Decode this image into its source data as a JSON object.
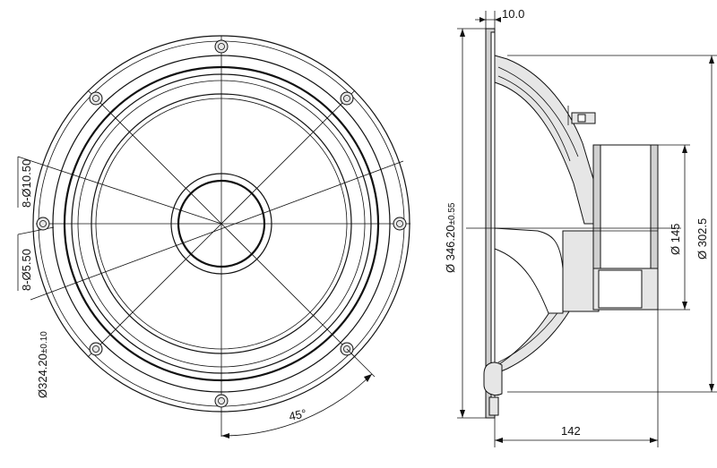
{
  "dimensions": {
    "mount_hole_count_dia": "8-Ø10.50",
    "small_hole_count_dia": "8-Ø5.50",
    "bolt_circle": "Ø324.20",
    "bolt_circle_tol": "±0.10",
    "angle": "45°",
    "flange_thickness": "10.0",
    "outer_diameter": "Ø 346.20",
    "outer_diameter_tol": "±0.55",
    "magnet_diameter": "Ø 145",
    "frame_diameter": "Ø 302.5",
    "depth": "142"
  },
  "colors": {
    "line": "#111111",
    "fill_grey": "#d0d0d0",
    "fill_light": "#e6e6e6"
  }
}
